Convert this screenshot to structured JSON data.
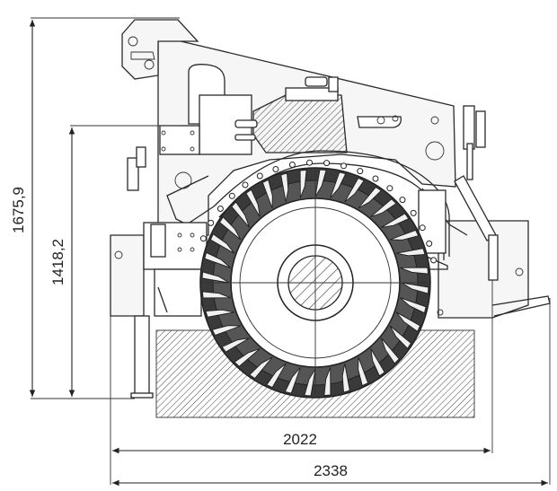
{
  "dimensions": {
    "total_height": "1675,9",
    "body_height": "1418,2",
    "track_width": "2022",
    "overall_width": "2338"
  }
}
